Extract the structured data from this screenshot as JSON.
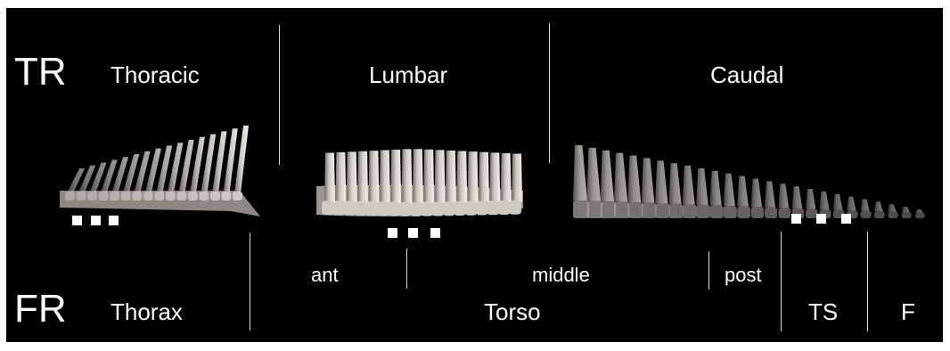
{
  "figure": {
    "background_color": "#000000",
    "text_color": "#ffffff",
    "bone_color": "#cfcac4",
    "rows": {
      "top": {
        "code": "TR",
        "regions": [
          "Thoracic",
          "Lumbar",
          "Caudal"
        ]
      },
      "bottom": {
        "code": "FR",
        "regions": [
          "Thorax",
          "Torso",
          "TS",
          "F"
        ],
        "torso_subregions": [
          "ant",
          "middle",
          "post"
        ]
      }
    },
    "specimens": [
      {
        "region": "Thoracic",
        "vertebra_count": 16,
        "sample_markers": 3
      },
      {
        "region": "Lumbar",
        "vertebra_count": 18,
        "sample_markers": 3
      },
      {
        "region": "Caudal",
        "vertebra_count": 26,
        "sample_markers": 3
      }
    ]
  }
}
